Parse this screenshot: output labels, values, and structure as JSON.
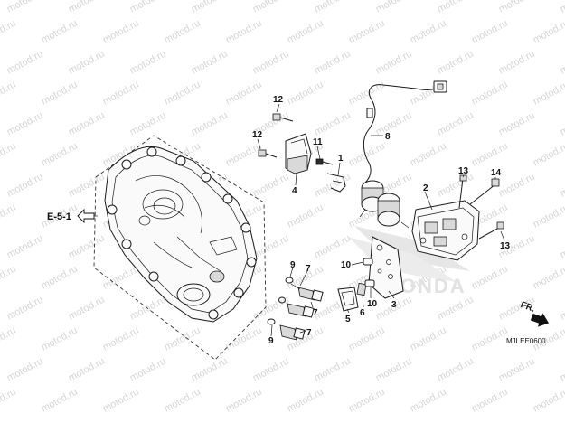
{
  "watermark_text": "motod.ru",
  "reference": {
    "label": "E-5-1"
  },
  "direction": {
    "label": "FR."
  },
  "diagram_code": "MJLEE0600",
  "brand_logo_text": "HONDA",
  "part_numbers": {
    "p1": "1",
    "p2": "2",
    "p3": "3",
    "p4": "4",
    "p5": "5",
    "p6": "6",
    "p7a": "7",
    "p7b": "7",
    "p7c": "7",
    "p8": "8",
    "p9a": "9",
    "p9b": "9",
    "p10a": "10",
    "p10b": "10",
    "p11": "11",
    "p12a": "12",
    "p12b": "12",
    "p13a": "13",
    "p13b": "13",
    "p14": "14"
  }
}
